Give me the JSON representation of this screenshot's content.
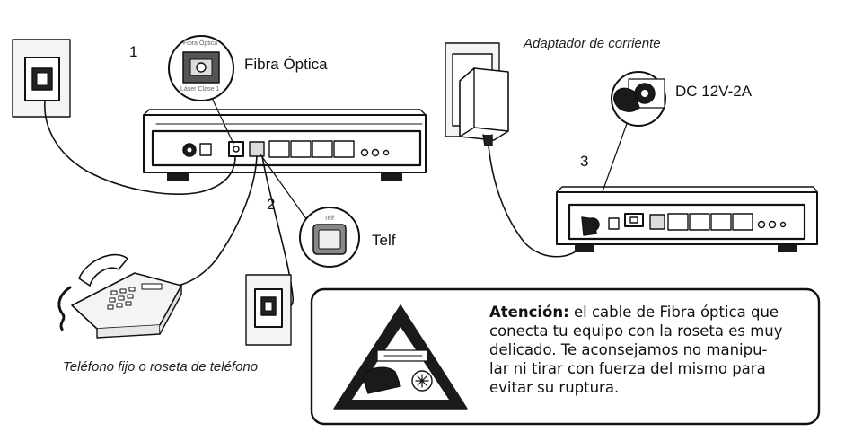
{
  "steps": [
    "1",
    "2",
    "3"
  ],
  "labels": {
    "fiber": "Fibra Óptica",
    "fiber_port_top": "Fibra Óptica",
    "fiber_port_bottom": "Láser Clase 1",
    "telf": "Telf",
    "telf_port_small": "Telf",
    "adapter": "Adaptador de corriente",
    "dc": "DC 12V-2A",
    "phone": "Teléfono fijo o roseta de teléfono"
  },
  "warning": {
    "title": "Atención:",
    "lines": [
      "el cable de Fibra óptica que",
      "conecta tu equipo con la roseta es muy",
      "delicado. Te aconsejamos no manipu-",
      "lar ni tirar con fuerza del mismo para",
      "evitar su ruptura."
    ]
  },
  "colors": {
    "line": "#111111",
    "fill_light": "#f4f4f4",
    "fill_dark": "#1a1a1a"
  }
}
